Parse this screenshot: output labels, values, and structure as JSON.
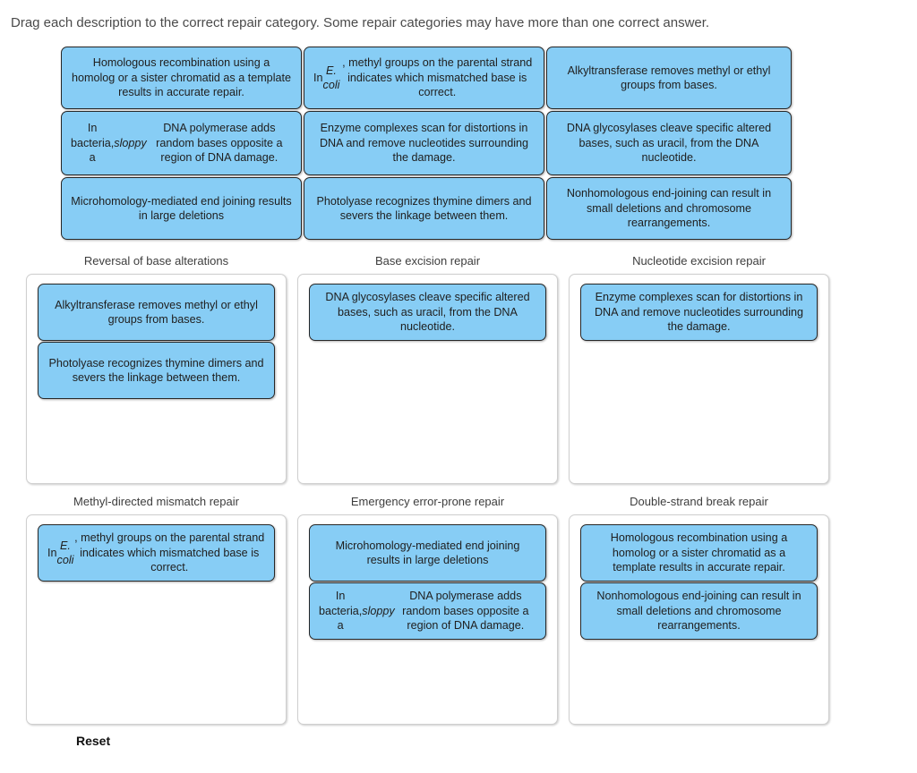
{
  "instruction": "Drag each description to the correct repair category. Some repair categories may have more than one correct answer.",
  "colors": {
    "card_fill": "#87cdf5",
    "card_border": "#272727",
    "zone_border": "#cfcfcf",
    "text": "#202020",
    "page_background": "#ffffff"
  },
  "bank": {
    "name": "source-card-bank",
    "cards": [
      {
        "id": "homologous-recombination",
        "html": "Homologous recombination using a homolog or a sister chromatid as a template results in accurate repair."
      },
      {
        "id": "ecoli-methyl-groups",
        "html": "In <i>E. coli</i>, methyl groups on the parental strand indicates which mismatched base is correct."
      },
      {
        "id": "alkyltransferase",
        "html": "Alkyltransferase removes methyl or ethyl groups from bases."
      },
      {
        "id": "sloppy-dna-polymerase",
        "html": "In bacteria, a <i>sloppy</i> DNA polymerase adds random bases opposite a region of DNA damage."
      },
      {
        "id": "enzyme-complexes-scan",
        "html": "Enzyme complexes scan for distortions in DNA and remove nucleotides surrounding the damage."
      },
      {
        "id": "dna-glycosylases",
        "html": "DNA glycosylases cleave specific altered bases, such as uracil, from the DNA nucleotide."
      },
      {
        "id": "microhomology-mediated",
        "html": "Microhomology-mediated end joining results in large deletions"
      },
      {
        "id": "photolyase",
        "html": "Photolyase recognizes thymine dimers and severs the linkage between them."
      },
      {
        "id": "nonhomologous-end-joining",
        "html": "Nonhomologous end-joining can result in small deletions and chromosome rearrangements."
      }
    ]
  },
  "zones": [
    {
      "id": "reversal-of-base-alterations",
      "label": "Reversal of base alterations",
      "cards": [
        {
          "id": "alkyltransferase",
          "html": "Alkyltransferase removes methyl or ethyl groups from bases."
        },
        {
          "id": "photolyase",
          "html": "Photolyase recognizes thymine dimers and severs the linkage between them."
        }
      ]
    },
    {
      "id": "base-excision-repair",
      "label": "Base excision repair",
      "cards": [
        {
          "id": "dna-glycosylases",
          "html": "DNA glycosylases cleave specific altered bases, such as uracil, from the DNA nucleotide."
        }
      ]
    },
    {
      "id": "nucleotide-excision-repair",
      "label": "Nucleotide excision repair",
      "cards": [
        {
          "id": "enzyme-complexes-scan",
          "html": "Enzyme complexes scan for distortions in DNA and remove nucleotides surrounding the damage."
        }
      ]
    },
    {
      "id": "methyl-directed-mismatch-repair",
      "label": "Methyl-directed mismatch repair",
      "cards": [
        {
          "id": "ecoli-methyl-groups",
          "html": "In <i>E. coli</i>, methyl groups on the parental strand indicates which mismatched base is correct."
        }
      ]
    },
    {
      "id": "emergency-error-prone-repair",
      "label": "Emergency error-prone repair",
      "cards": [
        {
          "id": "microhomology-mediated",
          "html": "Microhomology-mediated end joining results in large deletions"
        },
        {
          "id": "sloppy-dna-polymerase",
          "html": "In bacteria, a <i>sloppy</i> DNA polymerase adds random bases opposite a region of DNA damage."
        }
      ]
    },
    {
      "id": "double-strand-break-repair",
      "label": "Double-strand break repair",
      "cards": [
        {
          "id": "homologous-recombination",
          "html": "Homologous recombination using a homolog or a sister chromatid as a template results in accurate repair."
        },
        {
          "id": "nonhomologous-end-joining",
          "html": "Nonhomologous end-joining can result in small deletions and chromosome rearrangements."
        }
      ]
    }
  ],
  "reset": {
    "label": "Reset"
  }
}
